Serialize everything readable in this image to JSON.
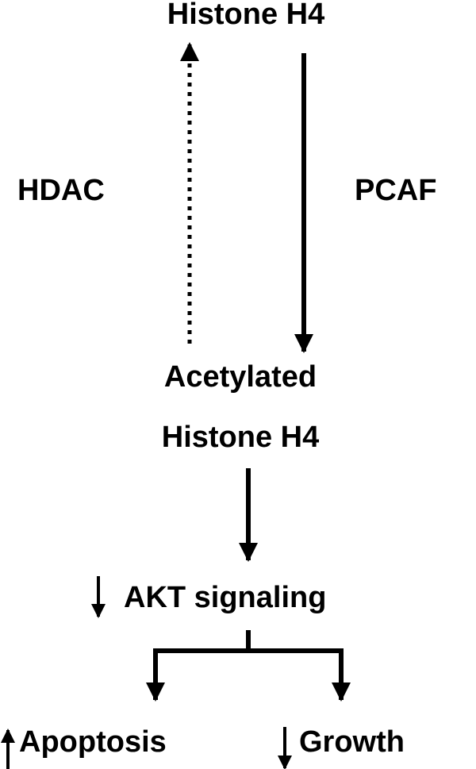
{
  "nodes": {
    "histone": "Histone H4",
    "acetylated_line1": "Acetylated",
    "acetylated_line2": "Histone H4",
    "akt": "AKT signaling",
    "apoptosis": "Apoptosis",
    "growth": "Growth"
  },
  "enzymes": {
    "hdac": "HDAC",
    "pcaf": "PCAF"
  },
  "edges": [
    {
      "from": "acetylated",
      "to": "histone",
      "label": "HDAC",
      "style": "dotted"
    },
    {
      "from": "histone",
      "to": "acetylated",
      "label": "PCAF",
      "style": "solid"
    },
    {
      "from": "acetylated",
      "to": "akt",
      "style": "solid"
    },
    {
      "from": "akt",
      "to": "apoptosis",
      "style": "solid"
    },
    {
      "from": "akt",
      "to": "growth",
      "style": "solid"
    }
  ],
  "indicators": {
    "akt": "down",
    "apoptosis": "up",
    "growth": "down"
  },
  "colors": {
    "ink": "#000000",
    "background": "#ffffff"
  }
}
